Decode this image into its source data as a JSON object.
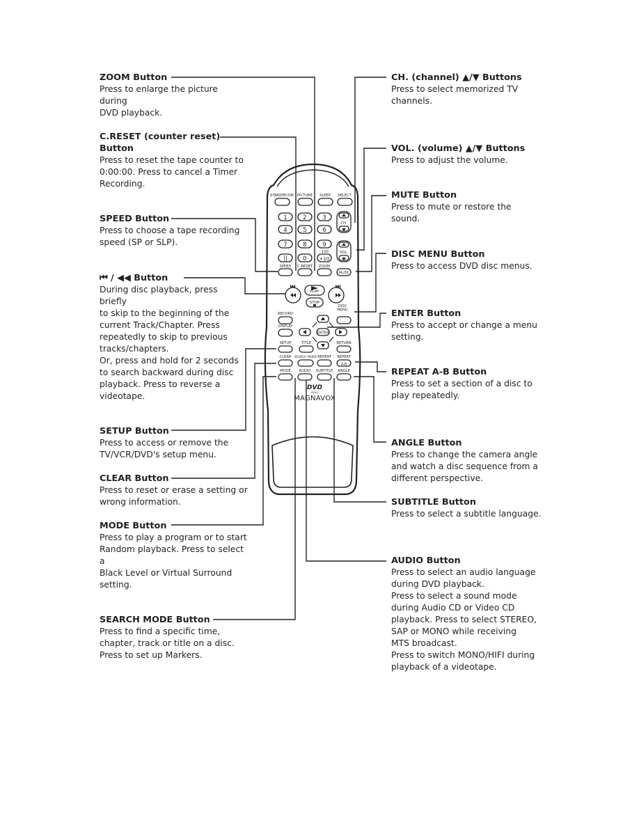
{
  "left_items": [
    {
      "title": "ZOOM Button",
      "desc": "Press to enlarge the picture during\nDVD playback."
    },
    {
      "title": "C.RESET (counter reset)\nButton",
      "desc": "Press to reset the tape counter to\n0:00:00.  Press to cancel a Timer\nRecording."
    },
    {
      "title": "SPEED Button",
      "desc": "Press to choose a tape recording\nspeed (SP or SLP)."
    },
    {
      "title": "⏮ / ◀◀ Button",
      "desc": "During disc playback, press briefly\nto skip to the beginning of the\ncurrent Track/Chapter.  Press\nrepeatedly to skip to previous\ntracks/chapters.\nOr, press and hold for 2 seconds\nto search backward during disc\nplayback.  Press to reverse a\nvideotape."
    },
    {
      "title": "SETUP Button",
      "desc": "Press to access or remove the\nTV/VCR/DVD's setup menu."
    },
    {
      "title": "CLEAR Button",
      "desc": "Press to reset or erase a setting or\nwrong information."
    },
    {
      "title": "MODE Button",
      "desc": "Press to play a program or to start\nRandom playback.  Press to select a\nBlack Level or Virtual Surround\nsetting."
    },
    {
      "title": "SEARCH MODE Button",
      "desc": "Press to find a specific time,\nchapter, track or title on a disc.\nPress to set up Markers."
    }
  ],
  "right_items": [
    {
      "title": "CH. (channel) ▲/▼ Buttons",
      "desc": "Press to select memorized TV\nchannels."
    },
    {
      "title": "VOL. (volume) ▲/▼ Buttons",
      "desc": "Press to adjust the volume."
    },
    {
      "title": "MUTE Button",
      "desc": "Press to mute or restore the\nsound."
    },
    {
      "title": "DISC MENU Button",
      "desc": "Press to access DVD disc menus."
    },
    {
      "title": "ENTER Button",
      "desc": "Press to accept or change a menu\nsetting."
    },
    {
      "title": "REPEAT A-B Button",
      "desc": "Press to set a section of a disc to\nplay repeatedly."
    },
    {
      "title": "ANGLE Button",
      "desc": "Press to change the camera angle\nand watch a disc sequence from a\ndifferent perspective."
    },
    {
      "title": "SUBTITLE Button",
      "desc": "Press to select a subtitle language."
    },
    {
      "title": "AUDIO Button",
      "desc": "Press to select an audio language\nduring DVD playback.\nPress to select a sound mode\nduring Audio CD or Video CD\nplayback.  Press to select STEREO,\nSAP or MONO while receiving\nMTS broadcast.\nPress to switch MONO/HIFI during\nplayback of a videotape."
    }
  ],
  "remote": {
    "row1": [
      "STANDBY/ON",
      "PICTURE",
      "SLEEP",
      "SELECT"
    ],
    "digits": [
      "1",
      "2",
      "3",
      "4",
      "5",
      "6",
      "7",
      "8",
      "9",
      "||",
      "0",
      "+10"
    ],
    "minus100": "-100",
    "ch": "CH.",
    "vol": "VOL.",
    "row_speed": [
      "SPEED",
      "C.RESET",
      "ZOOM"
    ],
    "mute": "MUTE",
    "play": "PLAY",
    "stop": "STOP",
    "record": "RECORD",
    "disc_menu": "DISC\nMENU",
    "display": "DISPLAY",
    "enter": "ENTER",
    "setup": "SETUP",
    "title": "TITLE",
    "return": "RETURN",
    "row_clear": [
      "CLEAR",
      "SEARCH MODE",
      "REPEAT",
      "REPEAT"
    ],
    "ab": "A-B",
    "row_mode": [
      "MODE",
      "AUDIO",
      "SUBTITLE",
      "ANGLE"
    ],
    "dvd": "DVD",
    "video": "VIDEO",
    "brand": "MAGNAVOX"
  }
}
